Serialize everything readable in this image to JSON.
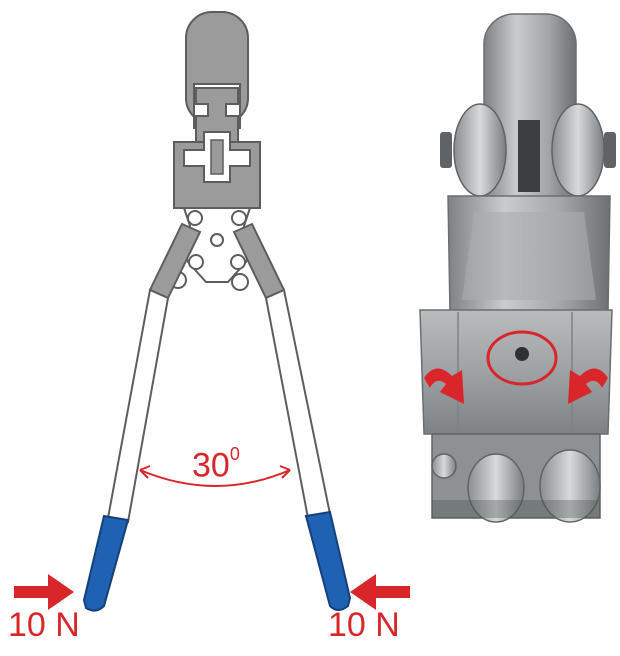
{
  "diagram": {
    "angle": {
      "value": "30",
      "unit": "0"
    },
    "force_left": "10 N",
    "force_right": "10 N"
  },
  "colors": {
    "arrow_red": "#d9262b",
    "handle_blue": "#1f62b3",
    "tool_grey": "#9b9b9b",
    "steel": "#a8acae"
  },
  "icons": {
    "left_arrow": "arrow-right-icon",
    "right_arrow": "arrow-left-icon",
    "rotate_left": "curved-arrow-icon",
    "rotate_right": "curved-arrow-icon"
  }
}
